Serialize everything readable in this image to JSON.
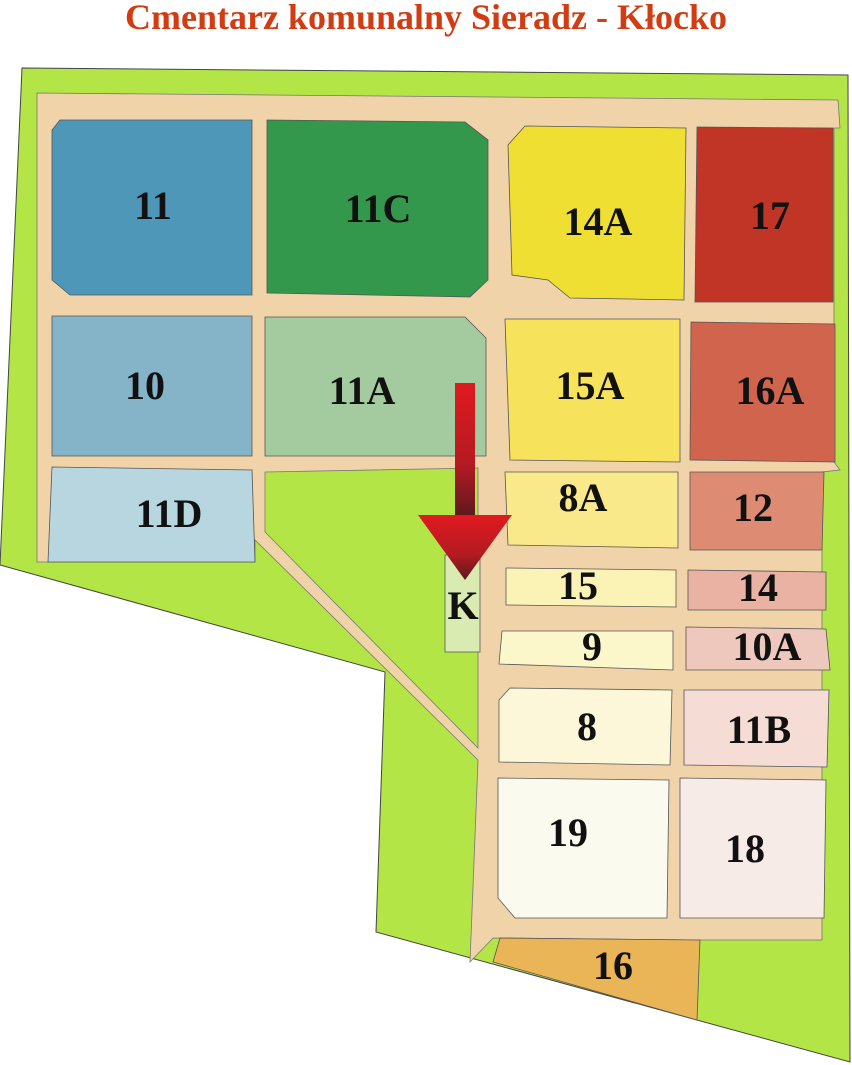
{
  "title": "Cmentarz komunalny Sieradz - Kłocko",
  "colors": {
    "title": "#d23c12",
    "green": "#b3e547",
    "road": "#f0d3a8",
    "arrow": "#c8181e"
  },
  "plots": {
    "p11": {
      "label": "11",
      "color": "#4f97b8"
    },
    "p11C": {
      "label": "11C",
      "color": "#33984c"
    },
    "p14A": {
      "label": "14A",
      "color": "#f0df33"
    },
    "p17": {
      "label": "17",
      "color": "#c03526"
    },
    "p10": {
      "label": "10",
      "color": "#85b3c8"
    },
    "p11A": {
      "label": "11A",
      "color": "#a4cba0"
    },
    "p15A": {
      "label": "15A",
      "color": "#f6e25b"
    },
    "p16A": {
      "label": "16A",
      "color": "#d1644d"
    },
    "p11D": {
      "label": "11D",
      "color": "#b8d6e0"
    },
    "p8A": {
      "label": "8A",
      "color": "#f9e98a"
    },
    "p12": {
      "label": "12",
      "color": "#de8b74"
    },
    "p15": {
      "label": "15",
      "color": "#fbf3b6"
    },
    "p14": {
      "label": "14",
      "color": "#e9b2a2"
    },
    "p9": {
      "label": "9",
      "color": "#fcf6cb"
    },
    "p10A": {
      "label": "10A",
      "color": "#eec8bd"
    },
    "p8": {
      "label": "8",
      "color": "#fcf7d9"
    },
    "p11B": {
      "label": "11B",
      "color": "#f5dcd4"
    },
    "p19": {
      "label": "19",
      "color": "#fafaee"
    },
    "p18": {
      "label": "18",
      "color": "#f6ebe6"
    },
    "p16": {
      "label": "16",
      "color": "#e9b556"
    },
    "pK": {
      "label": "K",
      "color": "#d9ebb0"
    }
  }
}
